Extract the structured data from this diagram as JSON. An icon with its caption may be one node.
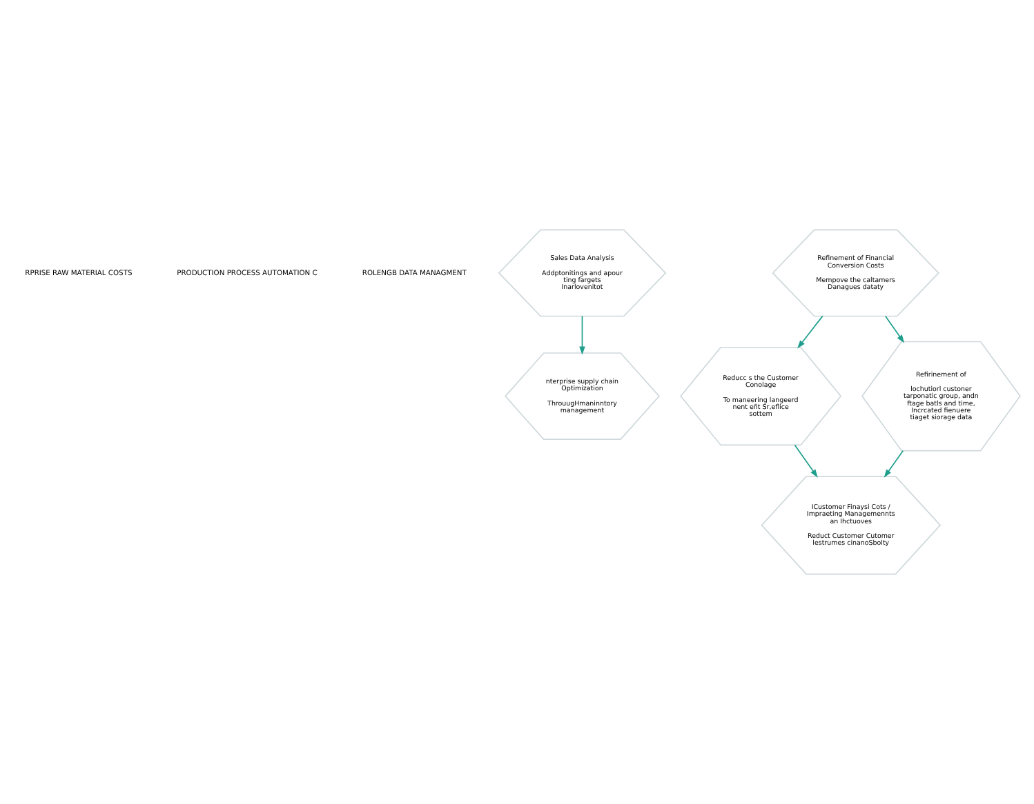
{
  "diagram": {
    "nodes": [
      {
        "text": [
          "nterprise supply chain Optimization",
          "ThrouugHmaninntory management"
        ]
      },
      {
        "text": [
          "Reducc s the Customer Conolage",
          "To maneering langeerd nent eñt Sr,eflice sottem"
        ]
      },
      {
        "text": [
          "Refirinement of",
          "lochutiorl custoner tarponatic group, andn ftage batls and time, Incrcated fienuere tiaget siorage data"
        ]
      },
      {
        "text": [
          "Sales Data Analysis",
          "Addptonitings and apour ting fargets Inarlovenitot"
        ]
      },
      {
        "text": [
          "Refinement of Financial Conversion Costs",
          "Mempove the caltamers Danagues dataty"
        ]
      },
      {
        "text": [
          "ICustomer Finaysi Cots / Impraeting Managemennts an Ihctuoves",
          "Reduct Customer Cutomer lestrumes cinanoSbolty"
        ]
      }
    ],
    "edges": [
      {
        "from": 3,
        "to": 0,
        "arrow": "to"
      },
      {
        "from": 4,
        "to": 1,
        "arrow": "to"
      },
      {
        "from": 1,
        "to": 5,
        "arrow": "to"
      },
      {
        "from": 4,
        "to": 2,
        "arrow": "to"
      },
      {
        "from": 2,
        "to": 5,
        "arrow": "to"
      }
    ],
    "labels": [
      "RPRISE RAW MATERIAL COSTS",
      "PRODUCTION PROCESS AUTOMATION C",
      "ROLENGB DATA MANAGMENT"
    ]
  }
}
